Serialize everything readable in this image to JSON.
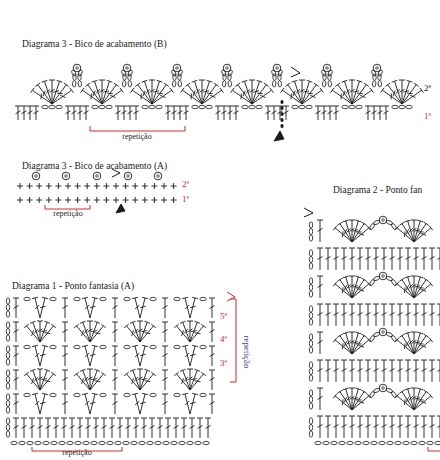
{
  "diagram": {
    "labels": [
      "Diagrama 3 - Bico de acabamento (B)",
      "2ª",
      "1ª",
      "repetição",
      "Diagrama 3 - Bico de acabamento (A)",
      "2ª",
      "1ª",
      "repetição",
      "Diagrama 2 - Ponto fan",
      "Diagrama 1 - Ponto fantasia (A)",
      "5ª",
      "4ª",
      "3ª",
      "repetição",
      "repetição"
    ]
  }
}
